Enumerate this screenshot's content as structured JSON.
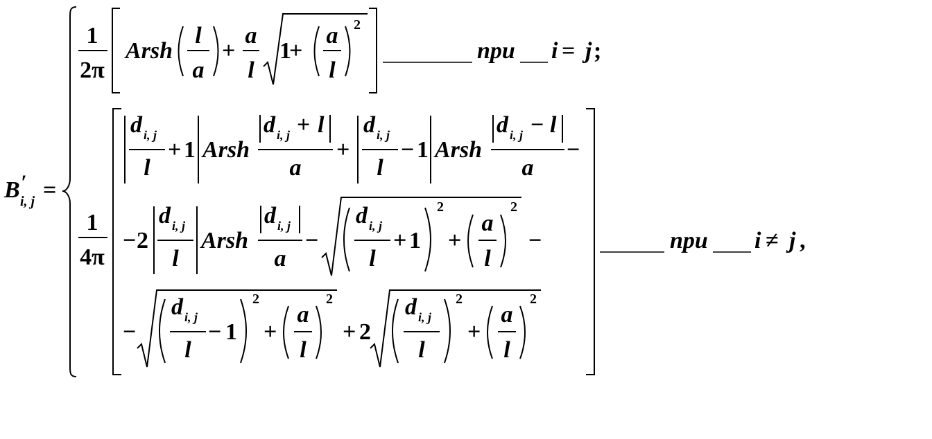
{
  "formula": {
    "lhs": {
      "symbol": "B",
      "prime": "′",
      "subscript": "i, j",
      "equals": "="
    },
    "case1": {
      "frac": {
        "num": "1",
        "den": "2π"
      },
      "arsh": "Arsh",
      "l": "l",
      "a": "a",
      "plus": "+",
      "one": "1",
      "exp2": "2",
      "word": "при",
      "cond_i": "i",
      "cond_rel": "=",
      "cond_j": "j",
      "cond_end": ";"
    },
    "case2": {
      "frac": {
        "num": "1",
        "den": "4π"
      },
      "arsh": "Arsh",
      "d": "d",
      "sub_ij": "i, j",
      "l": "l",
      "a": "a",
      "plus": "+",
      "minus": "−",
      "one": "1",
      "two": "2",
      "exp2": "2",
      "word": "при",
      "cond_i": "i",
      "cond_rel": "≠",
      "cond_j": "j",
      "cond_end": ","
    }
  }
}
